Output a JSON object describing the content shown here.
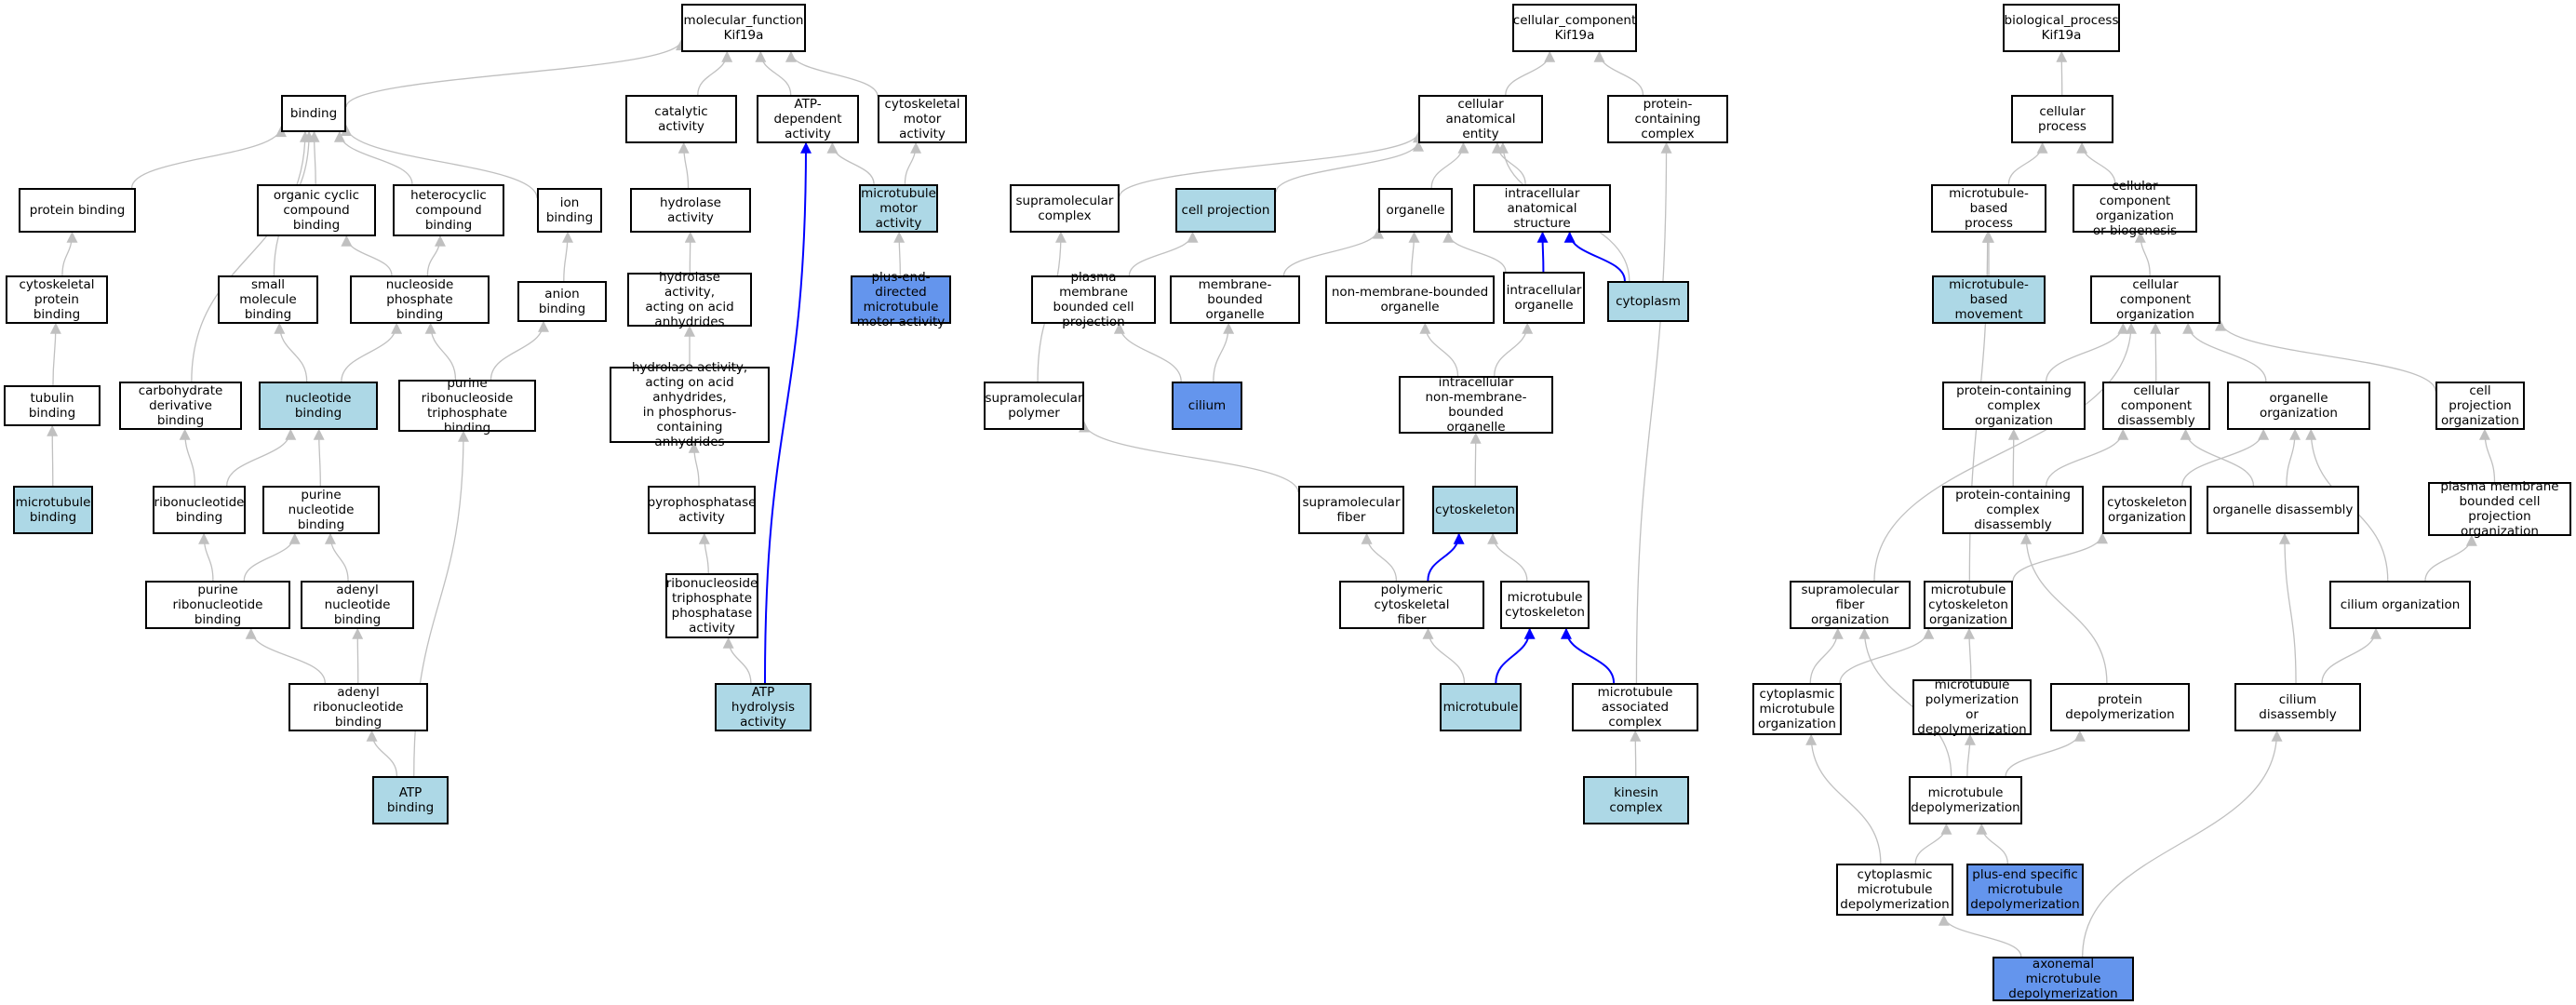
{
  "colors": {
    "edge_default": "#c0c0c0",
    "edge_highlight": "#0000ff",
    "node_plain": "#ffffff",
    "node_light": "#add8e6",
    "node_dark": "#6495ed"
  },
  "nodes": {
    "mf_root": {
      "label": "molecular_function\nKif19a",
      "style": "plain"
    },
    "cc_root": {
      "label": "cellular_component\nKif19a",
      "style": "plain"
    },
    "bp_root": {
      "label": "biological_process\nKif19a",
      "style": "plain"
    },
    "binding": {
      "label": "binding",
      "style": "plain"
    },
    "catalytic": {
      "label": "catalytic activity",
      "style": "plain"
    },
    "atp_dep": {
      "label": "ATP-dependent\nactivity",
      "style": "plain"
    },
    "cyto_motor": {
      "label": "cytoskeletal\nmotor activity",
      "style": "plain"
    },
    "protein_binding": {
      "label": "protein binding",
      "style": "plain"
    },
    "org_cyclic": {
      "label": "organic cyclic\ncompound binding",
      "style": "plain"
    },
    "hetero": {
      "label": "heterocyclic\ncompound binding",
      "style": "plain"
    },
    "ion_binding": {
      "label": "ion binding",
      "style": "plain"
    },
    "hydrolase": {
      "label": "hydrolase activity",
      "style": "plain"
    },
    "mt_motor": {
      "label": "microtubule\nmotor activity",
      "style": "light"
    },
    "cyto_prot_binding": {
      "label": "cytoskeletal\nprotein binding",
      "style": "plain"
    },
    "small_mol": {
      "label": "small molecule\nbinding",
      "style": "plain"
    },
    "nucphos": {
      "label": "nucleoside phosphate\nbinding",
      "style": "plain"
    },
    "anion": {
      "label": "anion binding",
      "style": "plain"
    },
    "hydro_acid": {
      "label": "hydrolase activity,\nacting on acid\nanhydrides",
      "style": "plain"
    },
    "plus_motor": {
      "label": "plus-end-directed\nmicrotubule\nmotor activity",
      "style": "dark"
    },
    "tubulin": {
      "label": "tubulin binding",
      "style": "plain"
    },
    "carb": {
      "label": "carbohydrate\nderivative binding",
      "style": "plain"
    },
    "nucleotide": {
      "label": "nucleotide binding",
      "style": "light"
    },
    "purine_ribonucleoside_tp": {
      "label": "purine ribonucleoside\ntriphosphate\nbinding",
      "style": "plain"
    },
    "hydro_phos": {
      "label": "hydrolase activity,\nacting on acid\nanhydrides,\nin phosphorus-containing\nanhydrides",
      "style": "plain"
    },
    "mt_binding": {
      "label": "microtubule\nbinding",
      "style": "light"
    },
    "ribonucleotide": {
      "label": "ribonucleotide\nbinding",
      "style": "plain"
    },
    "purine_nuc": {
      "label": "purine nucleotide\nbinding",
      "style": "plain"
    },
    "pyrophos": {
      "label": "pyrophosphatase\nactivity",
      "style": "plain"
    },
    "purine_ribonuc": {
      "label": "purine ribonucleotide\nbinding",
      "style": "plain"
    },
    "adenyl_nuc": {
      "label": "adenyl nucleotide\nbinding",
      "style": "plain"
    },
    "ribo_tp_phos": {
      "label": "ribonucleoside\ntriphosphate\nphosphatase\nactivity",
      "style": "plain"
    },
    "adenyl_ribo": {
      "label": "adenyl ribonucleotide\nbinding",
      "style": "plain"
    },
    "atp_hydro": {
      "label": "ATP hydrolysis\nactivity",
      "style": "light"
    },
    "atp_binding": {
      "label": "ATP binding",
      "style": "light"
    },
    "cell_anat": {
      "label": "cellular anatomical\nentity",
      "style": "plain"
    },
    "prot_complex": {
      "label": "protein-containing\ncomplex",
      "style": "plain"
    },
    "supramol_complex": {
      "label": "supramolecular\ncomplex",
      "style": "plain"
    },
    "cell_proj": {
      "label": "cell projection",
      "style": "light"
    },
    "organelle": {
      "label": "organelle",
      "style": "plain"
    },
    "intracell_anat": {
      "label": "intracellular\nanatomical structure",
      "style": "plain"
    },
    "pm_bounded_proj": {
      "label": "plasma membrane\nbounded cell\nprojection",
      "style": "plain"
    },
    "membrane_bounded": {
      "label": "membrane-bounded\norganelle",
      "style": "plain"
    },
    "non_membrane": {
      "label": "non-membrane-bounded\norganelle",
      "style": "plain"
    },
    "intracell_org": {
      "label": "intracellular\norganelle",
      "style": "plain"
    },
    "cytoplasm": {
      "label": "cytoplasm",
      "style": "light"
    },
    "supramol_polymer": {
      "label": "supramolecular\npolymer",
      "style": "plain"
    },
    "cilium": {
      "label": "cilium",
      "style": "dark"
    },
    "intracell_nonmem": {
      "label": "intracellular\nnon-membrane-bounded\norganelle",
      "style": "plain"
    },
    "supramol_fiber": {
      "label": "supramolecular\nfiber",
      "style": "plain"
    },
    "cytoskeleton": {
      "label": "cytoskeleton",
      "style": "light"
    },
    "poly_cyto_fiber": {
      "label": "polymeric cytoskeletal\nfiber",
      "style": "plain"
    },
    "mt_cytoskeleton": {
      "label": "microtubule\ncytoskeleton",
      "style": "plain"
    },
    "microtubule": {
      "label": "microtubule",
      "style": "light"
    },
    "mt_assoc_complex": {
      "label": "microtubule\nassociated complex",
      "style": "plain"
    },
    "kinesin": {
      "label": "kinesin complex",
      "style": "light"
    },
    "cell_process": {
      "label": "cellular process",
      "style": "plain"
    },
    "mt_process": {
      "label": "microtubule-based\nprocess",
      "style": "plain"
    },
    "cc_org_bio": {
      "label": "cellular component\norganization\nor biogenesis",
      "style": "plain"
    },
    "mt_movement": {
      "label": "microtubule-based\nmovement",
      "style": "light"
    },
    "cc_org": {
      "label": "cellular component\norganization",
      "style": "plain"
    },
    "prot_complex_org": {
      "label": "protein-containing\ncomplex organization",
      "style": "plain"
    },
    "cc_disassembly": {
      "label": "cellular component\ndisassembly",
      "style": "plain"
    },
    "organelle_org": {
      "label": "organelle organization",
      "style": "plain"
    },
    "cell_proj_org": {
      "label": "cell projection\norganization",
      "style": "plain"
    },
    "prot_complex_dis": {
      "label": "protein-containing\ncomplex disassembly",
      "style": "plain"
    },
    "cytoskeleton_org": {
      "label": "cytoskeleton\norganization",
      "style": "plain"
    },
    "organelle_dis": {
      "label": "organelle disassembly",
      "style": "plain"
    },
    "pm_proj_org": {
      "label": "plasma membrane\nbounded cell\nprojection organization",
      "style": "plain"
    },
    "supramol_fiber_org": {
      "label": "supramolecular\nfiber organization",
      "style": "plain"
    },
    "mt_cyto_org": {
      "label": "microtubule\ncytoskeleton\norganization",
      "style": "plain"
    },
    "cilium_org": {
      "label": "cilium organization",
      "style": "plain"
    },
    "cyto_mt_org": {
      "label": "cytoplasmic\nmicrotubule\norganization",
      "style": "plain"
    },
    "mt_poly_depoly": {
      "label": "microtubule\npolymerization\nor depolymerization",
      "style": "plain"
    },
    "prot_depoly": {
      "label": "protein depolymerization",
      "style": "plain"
    },
    "cilium_dis": {
      "label": "cilium disassembly",
      "style": "plain"
    },
    "mt_depoly": {
      "label": "microtubule\ndepolymerization",
      "style": "plain"
    },
    "cyto_mt_depoly": {
      "label": "cytoplasmic\nmicrotubule\ndepolymerization",
      "style": "plain"
    },
    "plus_end_depoly": {
      "label": "plus-end specific\nmicrotubule\ndepolymerization",
      "style": "dark"
    },
    "axo_mt_depoly": {
      "label": "axonemal microtubule\ndepolymerization",
      "style": "dark"
    }
  },
  "edges": [
    {
      "from": "binding",
      "to": "mf_root"
    },
    {
      "from": "catalytic",
      "to": "mf_root"
    },
    {
      "from": "atp_dep",
      "to": "mf_root"
    },
    {
      "from": "cyto_motor",
      "to": "mf_root"
    },
    {
      "from": "protein_binding",
      "to": "binding"
    },
    {
      "from": "org_cyclic",
      "to": "binding"
    },
    {
      "from": "hetero",
      "to": "binding"
    },
    {
      "from": "ion_binding",
      "to": "binding"
    },
    {
      "from": "small_mol",
      "to": "binding"
    },
    {
      "from": "carb",
      "to": "binding"
    },
    {
      "from": "hydrolase",
      "to": "catalytic"
    },
    {
      "from": "mt_motor",
      "to": "cyto_motor"
    },
    {
      "from": "mt_motor",
      "to": "atp_dep"
    },
    {
      "from": "plus_motor",
      "to": "mt_motor"
    },
    {
      "from": "atp_hydro",
      "to": "atp_dep",
      "highlight": true
    },
    {
      "from": "cyto_prot_binding",
      "to": "protein_binding"
    },
    {
      "from": "tubulin",
      "to": "cyto_prot_binding"
    },
    {
      "from": "mt_binding",
      "to": "tubulin"
    },
    {
      "from": "nucphos",
      "to": "org_cyclic"
    },
    {
      "from": "nucphos",
      "to": "hetero"
    },
    {
      "from": "anion",
      "to": "ion_binding"
    },
    {
      "from": "nucleotide",
      "to": "small_mol"
    },
    {
      "from": "nucleotide",
      "to": "nucphos"
    },
    {
      "from": "purine_ribonucleoside_tp",
      "to": "nucphos"
    },
    {
      "from": "purine_ribonucleoside_tp",
      "to": "anion"
    },
    {
      "from": "hydro_acid",
      "to": "hydrolase"
    },
    {
      "from": "hydro_phos",
      "to": "hydro_acid"
    },
    {
      "from": "pyrophos",
      "to": "hydro_phos"
    },
    {
      "from": "ribo_tp_phos",
      "to": "pyrophos"
    },
    {
      "from": "atp_hydro",
      "to": "ribo_tp_phos"
    },
    {
      "from": "ribonucleotide",
      "to": "carb"
    },
    {
      "from": "ribonucleotide",
      "to": "nucleotide"
    },
    {
      "from": "purine_nuc",
      "to": "nucleotide"
    },
    {
      "from": "purine_ribonuc",
      "to": "ribonucleotide"
    },
    {
      "from": "purine_ribonuc",
      "to": "purine_nuc"
    },
    {
      "from": "adenyl_nuc",
      "to": "purine_nuc"
    },
    {
      "from": "adenyl_ribo",
      "to": "purine_ribonuc"
    },
    {
      "from": "adenyl_ribo",
      "to": "adenyl_nuc"
    },
    {
      "from": "atp_binding",
      "to": "adenyl_ribo"
    },
    {
      "from": "atp_binding",
      "to": "purine_ribonucleoside_tp"
    },
    {
      "from": "cell_anat",
      "to": "cc_root"
    },
    {
      "from": "prot_complex",
      "to": "cc_root"
    },
    {
      "from": "supramol_complex",
      "to": "cell_anat"
    },
    {
      "from": "cell_proj",
      "to": "cell_anat"
    },
    {
      "from": "organelle",
      "to": "cell_anat"
    },
    {
      "from": "intracell_anat",
      "to": "cell_anat"
    },
    {
      "from": "cytoplasm",
      "to": "cell_anat"
    },
    {
      "from": "pm_bounded_proj",
      "to": "cell_proj"
    },
    {
      "from": "membrane_bounded",
      "to": "organelle"
    },
    {
      "from": "non_membrane",
      "to": "organelle"
    },
    {
      "from": "intracell_org",
      "to": "organelle"
    },
    {
      "from": "intracell_org",
      "to": "intracell_anat",
      "highlight": true
    },
    {
      "from": "cytoplasm",
      "to": "intracell_anat",
      "highlight": true
    },
    {
      "from": "supramol_polymer",
      "to": "supramol_complex"
    },
    {
      "from": "cilium",
      "to": "pm_bounded_proj"
    },
    {
      "from": "cilium",
      "to": "membrane_bounded"
    },
    {
      "from": "intracell_nonmem",
      "to": "non_membrane"
    },
    {
      "from": "intracell_nonmem",
      "to": "intracell_org"
    },
    {
      "from": "supramol_fiber",
      "to": "supramol_polymer"
    },
    {
      "from": "cytoskeleton",
      "to": "intracell_nonmem"
    },
    {
      "from": "poly_cyto_fiber",
      "to": "supramol_fiber"
    },
    {
      "from": "poly_cyto_fiber",
      "to": "cytoskeleton",
      "highlight": true
    },
    {
      "from": "mt_cytoskeleton",
      "to": "cytoskeleton"
    },
    {
      "from": "microtubule",
      "to": "poly_cyto_fiber"
    },
    {
      "from": "microtubule",
      "to": "mt_cytoskeleton",
      "highlight": true
    },
    {
      "from": "mt_assoc_complex",
      "to": "mt_cytoskeleton",
      "highlight": true
    },
    {
      "from": "mt_assoc_complex",
      "to": "prot_complex"
    },
    {
      "from": "kinesin",
      "to": "mt_assoc_complex"
    },
    {
      "from": "cell_process",
      "to": "bp_root"
    },
    {
      "from": "mt_process",
      "to": "cell_process"
    },
    {
      "from": "cc_org_bio",
      "to": "cell_process"
    },
    {
      "from": "mt_movement",
      "to": "mt_process"
    },
    {
      "from": "cc_org",
      "to": "cc_org_bio"
    },
    {
      "from": "prot_complex_org",
      "to": "cc_org"
    },
    {
      "from": "cc_disassembly",
      "to": "cc_org"
    },
    {
      "from": "organelle_org",
      "to": "cc_org"
    },
    {
      "from": "cell_proj_org",
      "to": "cc_org"
    },
    {
      "from": "supramol_fiber_org",
      "to": "cc_org"
    },
    {
      "from": "prot_complex_dis",
      "to": "prot_complex_org"
    },
    {
      "from": "prot_complex_dis",
      "to": "cc_disassembly"
    },
    {
      "from": "cytoskeleton_org",
      "to": "organelle_org"
    },
    {
      "from": "organelle_dis",
      "to": "organelle_org"
    },
    {
      "from": "organelle_dis",
      "to": "cc_disassembly"
    },
    {
      "from": "pm_proj_org",
      "to": "cell_proj_org"
    },
    {
      "from": "cilium_org",
      "to": "pm_proj_org"
    },
    {
      "from": "cilium_org",
      "to": "organelle_org"
    },
    {
      "from": "mt_cyto_org",
      "to": "cytoskeleton_org"
    },
    {
      "from": "mt_cyto_org",
      "to": "mt_process"
    },
    {
      "from": "cyto_mt_org",
      "to": "supramol_fiber_org"
    },
    {
      "from": "cyto_mt_org",
      "to": "mt_cyto_org"
    },
    {
      "from": "mt_poly_depoly",
      "to": "mt_cyto_org"
    },
    {
      "from": "prot_depoly",
      "to": "prot_complex_dis"
    },
    {
      "from": "cilium_dis",
      "to": "cilium_org"
    },
    {
      "from": "cilium_dis",
      "to": "organelle_dis"
    },
    {
      "from": "mt_depoly",
      "to": "mt_poly_depoly"
    },
    {
      "from": "mt_depoly",
      "to": "prot_depoly"
    },
    {
      "from": "mt_depoly",
      "to": "supramol_fiber_org"
    },
    {
      "from": "cyto_mt_depoly",
      "to": "mt_depoly"
    },
    {
      "from": "cyto_mt_depoly",
      "to": "cyto_mt_org"
    },
    {
      "from": "plus_end_depoly",
      "to": "mt_depoly"
    },
    {
      "from": "axo_mt_depoly",
      "to": "cyto_mt_depoly"
    },
    {
      "from": "axo_mt_depoly",
      "to": "cilium_dis"
    }
  ]
}
